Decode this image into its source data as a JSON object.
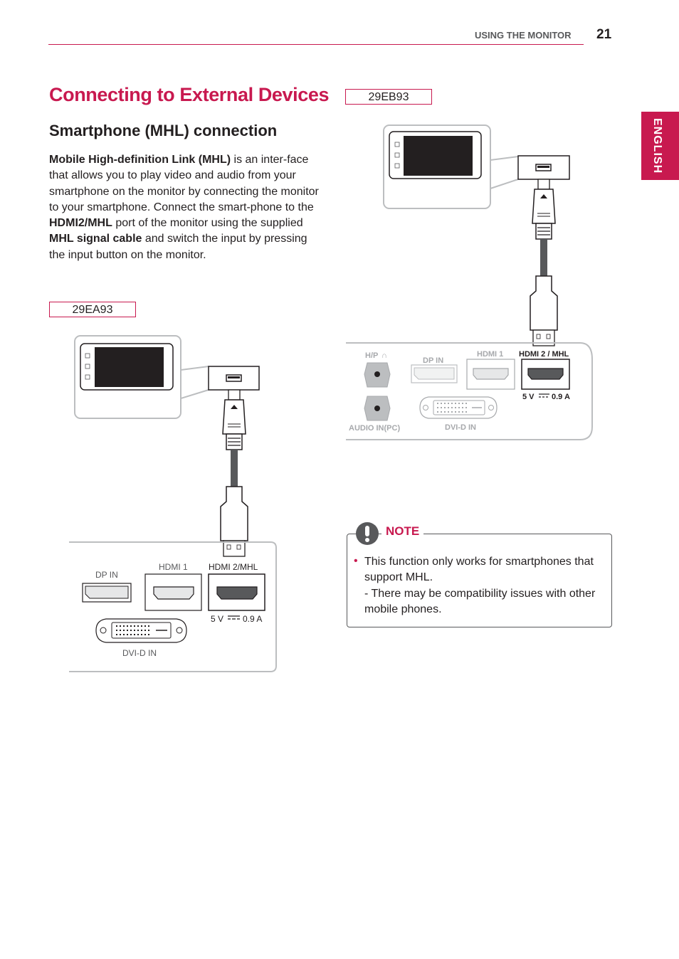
{
  "header": {
    "section": "USING THE MONITOR",
    "page_number": "21",
    "language_tab": "ENGLISH"
  },
  "content": {
    "title": "Connecting to External Devices",
    "subtitle": "Smartphone (MHL) connection",
    "paragraph": {
      "p1_bold": "Mobile High-definition Link (MHL)",
      "p1_rest": " is an inter-face that allows you to play video and audio from your smartphone on the monitor by connecting the monitor to your smartphone. Connect the smart-phone to the ",
      "p2_bold": "HDMI2/MHL",
      "p2_rest": " port of the monitor using the supplied ",
      "p3_bold": "MHL signal cable",
      "p3_rest": " and switch the input by pressing the input button on the monitor."
    }
  },
  "diagram_left": {
    "model": "29EA93",
    "ports": {
      "dp": "DP IN",
      "hdmi1": "HDMI 1",
      "hdmi2": "HDMI 2/MHL",
      "dvi": "DVI-D IN",
      "rating_v": "5 V",
      "rating_a": "0.9 A"
    }
  },
  "diagram_right": {
    "model": "29EB93",
    "ports": {
      "hp": "H/P",
      "audio": "AUDIO IN(PC)",
      "dp": "DP IN",
      "hdmi1": "HDMI 1",
      "hdmi2": "HDMI 2 / MHL",
      "dvi": "DVI-D IN",
      "rating_v": "5 V",
      "rating_a": "0.9 A"
    }
  },
  "note": {
    "label": "NOTE",
    "bullet": "•",
    "line1": "This function only works for smartphones that support MHL.",
    "line2": "- There may be compatibility issues with other mobile phones."
  },
  "colors": {
    "accent": "#c8194f",
    "text": "#231f20",
    "gray": "#58595b"
  }
}
